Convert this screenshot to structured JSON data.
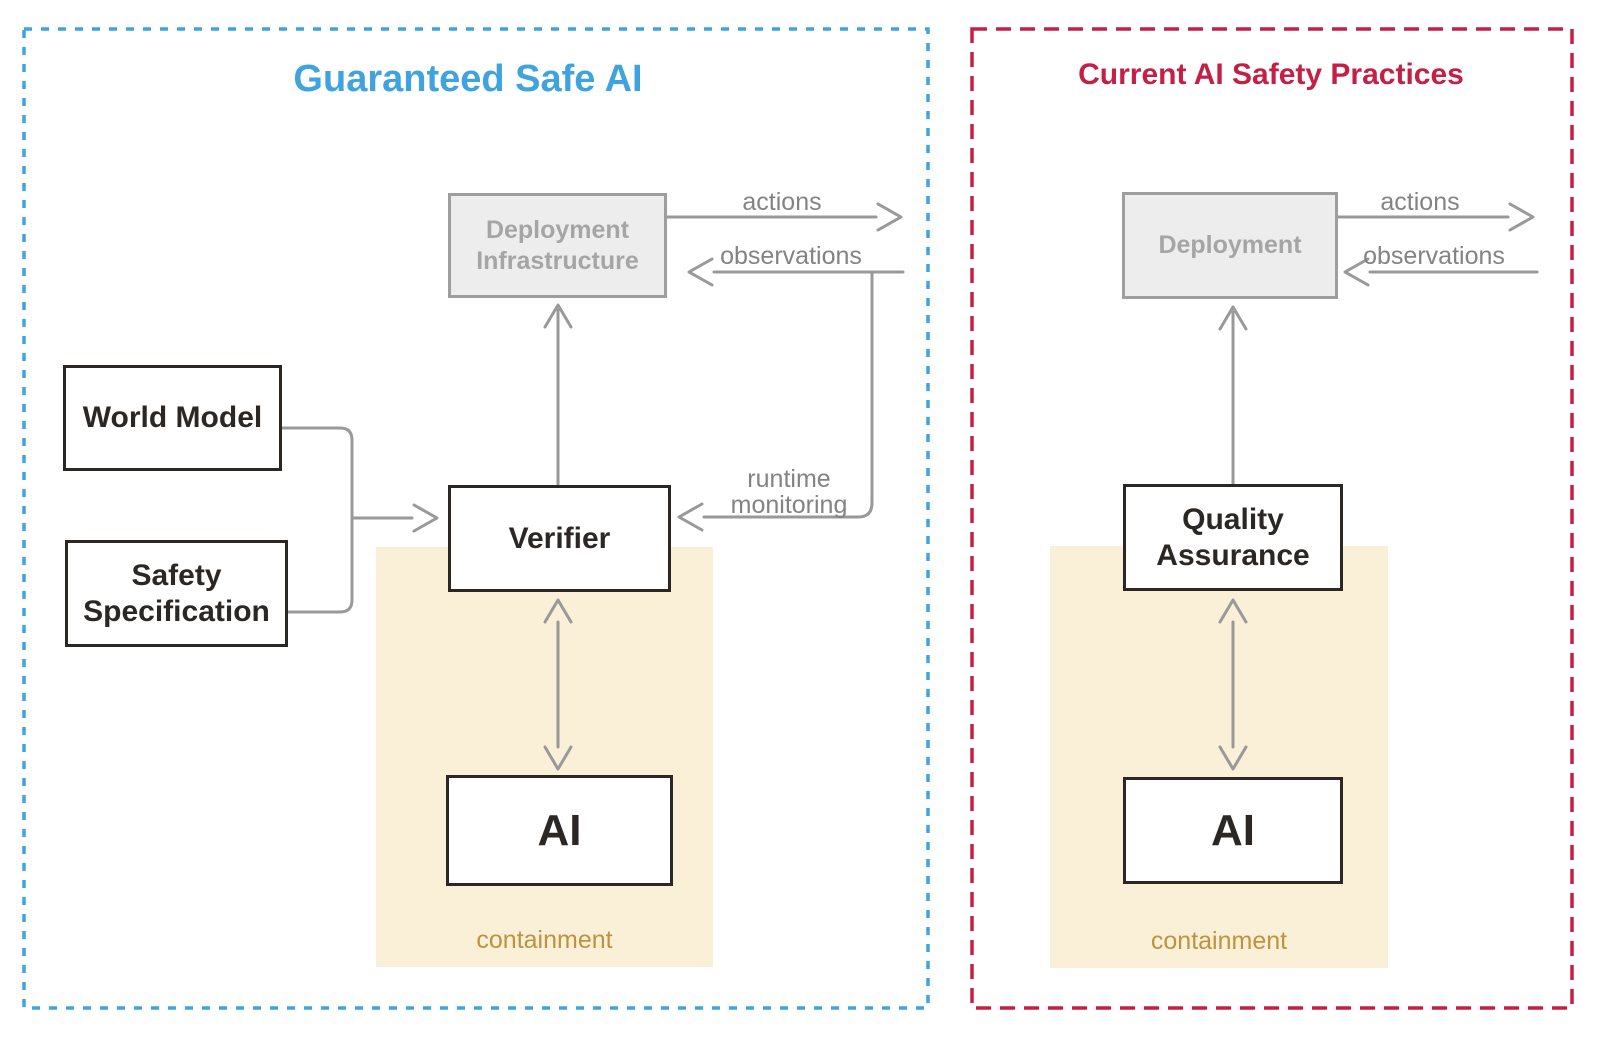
{
  "colors": {
    "blue_accent": "#3fa3dd",
    "red_accent": "#c42045",
    "line_gray": "#999999",
    "gray_box_border": "#9e9e9e",
    "gray_box_fill": "#ededed",
    "gray_box_text": "#a5a5a5",
    "flow_label_gray": "#838383",
    "containment_fill": "#faf0d7",
    "containment_text": "#bf923d",
    "black_box_border": "#2b2724"
  },
  "left_panel": {
    "title": "Guaranteed Safe AI",
    "deployment_infrastructure_label": "Deployment\nInfrastructure",
    "world_model_label": "World Model",
    "safety_specification_label": "Safety\nSpecification",
    "verifier_label": "Verifier",
    "ai_label": "AI",
    "containment_label": "containment",
    "actions_label": "actions",
    "observations_label": "observations",
    "runtime_monitoring_label": "runtime\nmonitoring"
  },
  "right_panel": {
    "title": "Current AI Safety Practices",
    "deployment_label": "Deployment",
    "quality_assurance_label": "Quality\nAssurance",
    "ai_label": "AI",
    "containment_label": "containment",
    "actions_label": "actions",
    "observations_label": "observations"
  }
}
